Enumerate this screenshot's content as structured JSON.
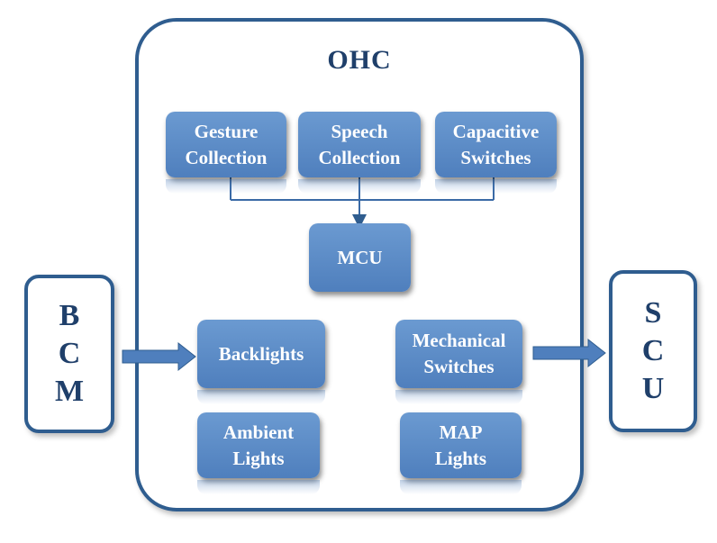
{
  "diagram": {
    "container": {
      "title": "OHC"
    },
    "left_block": {
      "letters": [
        "B",
        "C",
        "M"
      ]
    },
    "right_block": {
      "letters": [
        "S",
        "C",
        "U"
      ]
    },
    "boxes": {
      "gesture": [
        "Gesture",
        "Collection"
      ],
      "speech": [
        "Speech",
        "Collection"
      ],
      "capacitive": [
        "Capacitive",
        "Switches"
      ],
      "mcu": [
        "MCU"
      ],
      "backlights": [
        "Backlights"
      ],
      "mechanical": [
        "Mechanical",
        "Switches"
      ],
      "ambient": [
        "Ambient",
        "Lights"
      ],
      "map": [
        "MAP",
        "Lights"
      ]
    },
    "colors": {
      "box_fill": "#5a88c6",
      "outline": "#2f5d8f",
      "text_dark": "#1f3f6a"
    }
  }
}
